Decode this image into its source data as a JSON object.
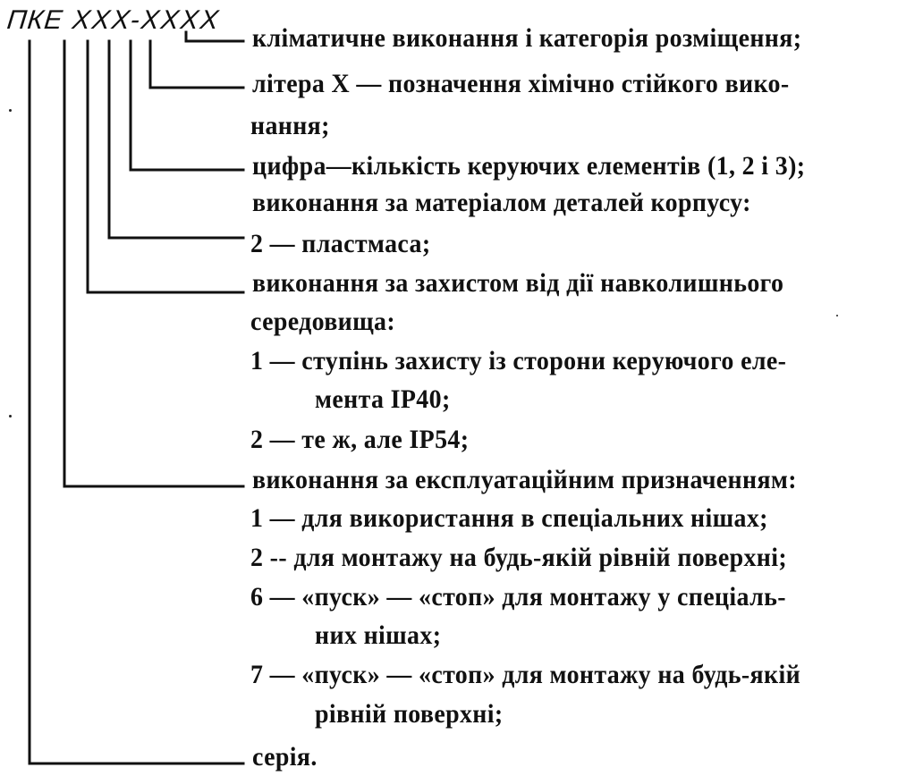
{
  "code": {
    "prefix": "ПКЕ",
    "placeholders": [
      "Х",
      "Х",
      "Х",
      "Х",
      "Х",
      "Х",
      "Х"
    ]
  },
  "lines": [
    "кліматичне виконання і категорія розміщення;",
    "літера Х — позначення хімічно стійкого вико-",
    "нання;",
    "цифра—кількість керуючих елементів (1, 2 і 3);",
    "виконання за матеріалом деталей корпусу:",
    "2 — пластмаса;",
    "виконання за захистом від дії навколишнього",
    "середовища:",
    "1 — ступінь захисту із сторони керуючого еле-",
    "мента ІР40;",
    "2 — те ж, але ІР54;",
    "виконання за експлуатаційним призначенням:",
    "1 — для використання в спеціальних нішах;",
    "2 -- для монтажу на будь-якій рівній поверхні;",
    "6 — «пуск» — «стоп» для монтажу у спеціаль-",
    "них нішах;",
    "7 — «пуск» — «стоп» для монтажу на будь-якій",
    "рівній поверхні;",
    "серія."
  ]
}
